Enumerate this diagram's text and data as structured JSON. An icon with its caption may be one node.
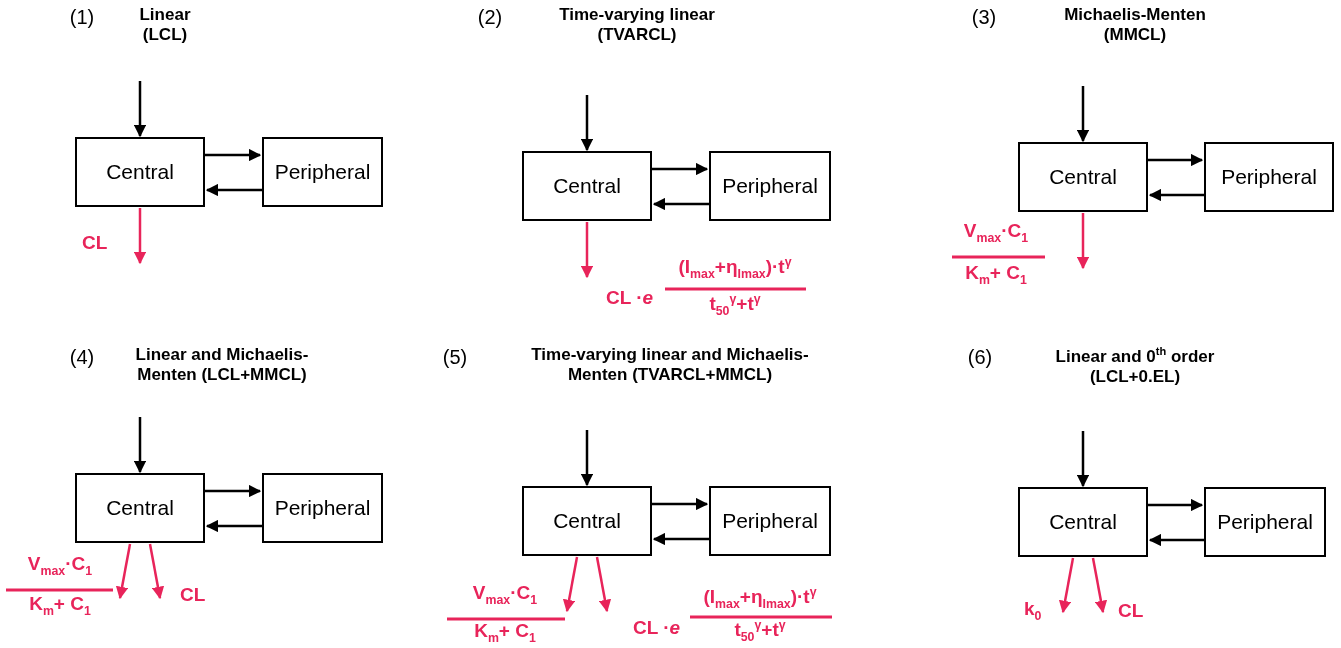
{
  "diagram": {
    "nodes": [
      {
        "text": [
          "Central"
        ]
      },
      {
        "text": [
          "Peripheral"
        ]
      },
      {
        "text": [
          "Central"
        ]
      },
      {
        "text": [
          "Peripheral"
        ]
      },
      {
        "text": [
          "Central"
        ]
      },
      {
        "text": [
          "Peripheral"
        ]
      },
      {
        "text": [
          "Central"
        ]
      },
      {
        "text": [
          "Peripheral"
        ]
      },
      {
        "text": [
          "Central"
        ]
      },
      {
        "text": [
          "Peripheral"
        ]
      },
      {
        "text": [
          "Central"
        ]
      },
      {
        "text": [
          "Peripheral"
        ]
      }
    ],
    "edges": [
      {
        "from": null,
        "to": 0,
        "arrow": "to"
      },
      {
        "from": 0,
        "to": 1,
        "arrow": "to"
      },
      {
        "from": 1,
        "to": 0,
        "arrow": "to"
      },
      {
        "from": 0,
        "to": null,
        "arrow": "to",
        "label": "CL",
        "color": "#e8245a"
      },
      {
        "from": null,
        "to": 2,
        "arrow": "to"
      },
      {
        "from": 2,
        "to": 3,
        "arrow": "to"
      },
      {
        "from": 3,
        "to": 2,
        "arrow": "to"
      },
      {
        "from": 2,
        "to": null,
        "arrow": "to",
        "label": "CL ·*e*",
        "color": "#e8245a"
      },
      {
        "from": null,
        "to": 4,
        "arrow": "to"
      },
      {
        "from": 4,
        "to": 5,
        "arrow": "to"
      },
      {
        "from": 5,
        "to": 4,
        "arrow": "to"
      },
      {
        "from": 4,
        "to": null,
        "arrow": "to",
        "color": "#e8245a"
      },
      {
        "from": null,
        "to": 6,
        "arrow": "to"
      },
      {
        "from": 6,
        "to": 7,
        "arrow": "to"
      },
      {
        "from": 7,
        "to": 6,
        "arrow": "to"
      },
      {
        "from": 6,
        "to": null,
        "arrow": "to",
        "color": "#e8245a"
      },
      {
        "from": 6,
        "to": null,
        "arrow": "to",
        "label": "CL",
        "color": "#e8245a"
      },
      {
        "from": null,
        "to": 8,
        "arrow": "to"
      },
      {
        "from": 8,
        "to": 9,
        "arrow": "to"
      },
      {
        "from": 9,
        "to": 8,
        "arrow": "to"
      },
      {
        "from": 8,
        "to": null,
        "arrow": "to",
        "color": "#e8245a"
      },
      {
        "from": 8,
        "to": null,
        "arrow": "to",
        "label": "CL ·*e*",
        "color": "#e8245a"
      },
      {
        "from": null,
        "to": 10,
        "arrow": "to"
      },
      {
        "from": 10,
        "to": 11,
        "arrow": "to"
      },
      {
        "from": 11,
        "to": 10,
        "arrow": "to"
      },
      {
        "from": 10,
        "to": null,
        "arrow": "to",
        "label": "k$_{0}$",
        "color": "#e8245a"
      },
      {
        "from": 10,
        "to": null,
        "arrow": "to",
        "label": "CL",
        "color": "#e8245a"
      }
    ],
    "labels": [
      "(1)",
      "Linear (LCL)",
      "(2)",
      "Time-varying linear (TVARCL)",
      "(I$_{max}$+η$_{Imax}$)·t$^{γ}$",
      "t$_{50}$$^{γ}$+t$^{γ}$",
      "(3)",
      "Michaelis-Menten (MMCL)",
      "V$_{max}$·C$_{1}$",
      "K$_{m}$+ C$_{1}$",
      "(4)",
      "Linear and Michaelis-Menten (LCL+MMCL)",
      "V$_{max}$·C$_{1}$",
      "K$_{m}$+ C$_{1}$",
      "(5)",
      "Time-varying linear and Michaelis-Menten (TVARCL+MMCL)",
      "V$_{max}$·C$_{1}$",
      "K$_{m}$+ C$_{1}$",
      "(I$_{max}$+η$_{Imax}$)·t$^{γ}$",
      "t$_{50}$$^{γ}$+t$^{γ}$",
      "(6)",
      "Linear and 0$^{th}$ order (LCL+0.EL)"
    ]
  }
}
